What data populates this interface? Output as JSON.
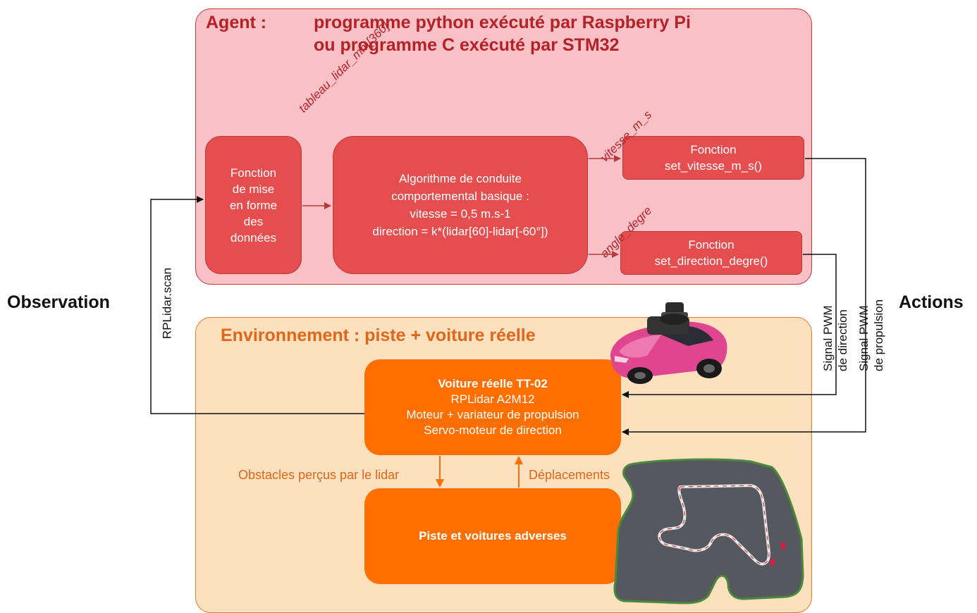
{
  "agent": {
    "heading": "Agent :",
    "title_line1": "programme python exécuté par Raspberry Pi",
    "title_line2": "ou programme C exécuté par STM32",
    "format_box": [
      "Fonction",
      "de mise",
      "en forme",
      "des",
      "données"
    ],
    "algo_box": [
      "Algorithme de conduite",
      "comportemental basique :",
      "vitesse = 0,5 m.s-1",
      "direction = k*(lidar[60]-lidar[-60°])"
    ],
    "speed_box": [
      "Fonction",
      "set_vitesse_m_s()"
    ],
    "direction_box": [
      "Fonction",
      "set_direction_degre()"
    ],
    "var_lidar": "tableau_lidar_mm[360]",
    "var_speed": "vitesse_m_s",
    "var_angle": "angle_degre"
  },
  "environment": {
    "title": "Environnement : piste + voiture réelle",
    "car_box": [
      "Voiture réelle TT-02",
      "RPLidar A2M12",
      "Moteur + variateur de propulsion",
      "Servo-moteur de direction"
    ],
    "track_box": "Piste et voitures adverses",
    "obstacles_label": "Obstacles perçus par le lidar",
    "moves_label": "Déplacements"
  },
  "labels": {
    "observation": "Observation",
    "actions": "Actions",
    "rplidar_scan": "RPLidar.scan",
    "pwm_direction": [
      "Signal PWM",
      "de direction"
    ],
    "pwm_propulsion": [
      "Signal PWM",
      "de propulsion"
    ]
  },
  "colors": {
    "agent_panel": "#f9c0c6",
    "env_panel": "#fde0bd",
    "red_box": "#e64d4e",
    "orange_box": "#fe6e00",
    "car_body": "#e0468f",
    "track_surface": "#55585e"
  },
  "icons": {
    "car": "pink-sports-car-illustration",
    "track": "race-track-illustration"
  }
}
